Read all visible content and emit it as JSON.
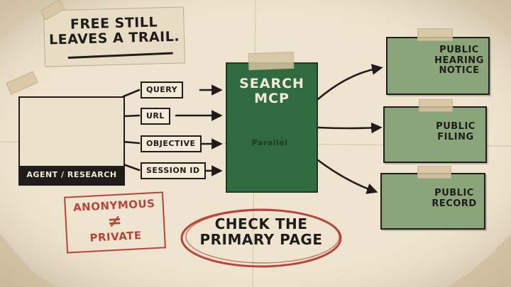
{
  "title": {
    "line1": "FREE STILL",
    "line2": "LEAVES A TRAIL."
  },
  "agent": {
    "label": "AGENT / RESEARCH"
  },
  "inputs": [
    "QUERY",
    "URL",
    "OBJECTIVE",
    "SESSION ID"
  ],
  "mcp": {
    "line1": "SEARCH",
    "line2": "MCP",
    "gate_label": "Parallel"
  },
  "outputs": [
    {
      "lines": [
        "PUBLIC",
        "HEARING",
        "NOTICE"
      ],
      "icon": "megaphone-icon"
    },
    {
      "lines": [
        "PUBLIC",
        "FILING"
      ],
      "icon": "document-icon"
    },
    {
      "lines": [
        "PUBLIC",
        "RECORD"
      ],
      "icon": "folder-icon"
    }
  ],
  "stamp": {
    "top": "ANONYMOUS",
    "symbol": "≠",
    "bottom": "PRIVATE"
  },
  "callout": {
    "line1": "CHECK THE",
    "line2": "PRIMARY PAGE"
  },
  "colors": {
    "paper": "#efe4cf",
    "ink": "#1f1c19",
    "mcp_green": "#2f6b3e",
    "card_green": "#8aa57a",
    "stamp_red": "#b8453a"
  }
}
